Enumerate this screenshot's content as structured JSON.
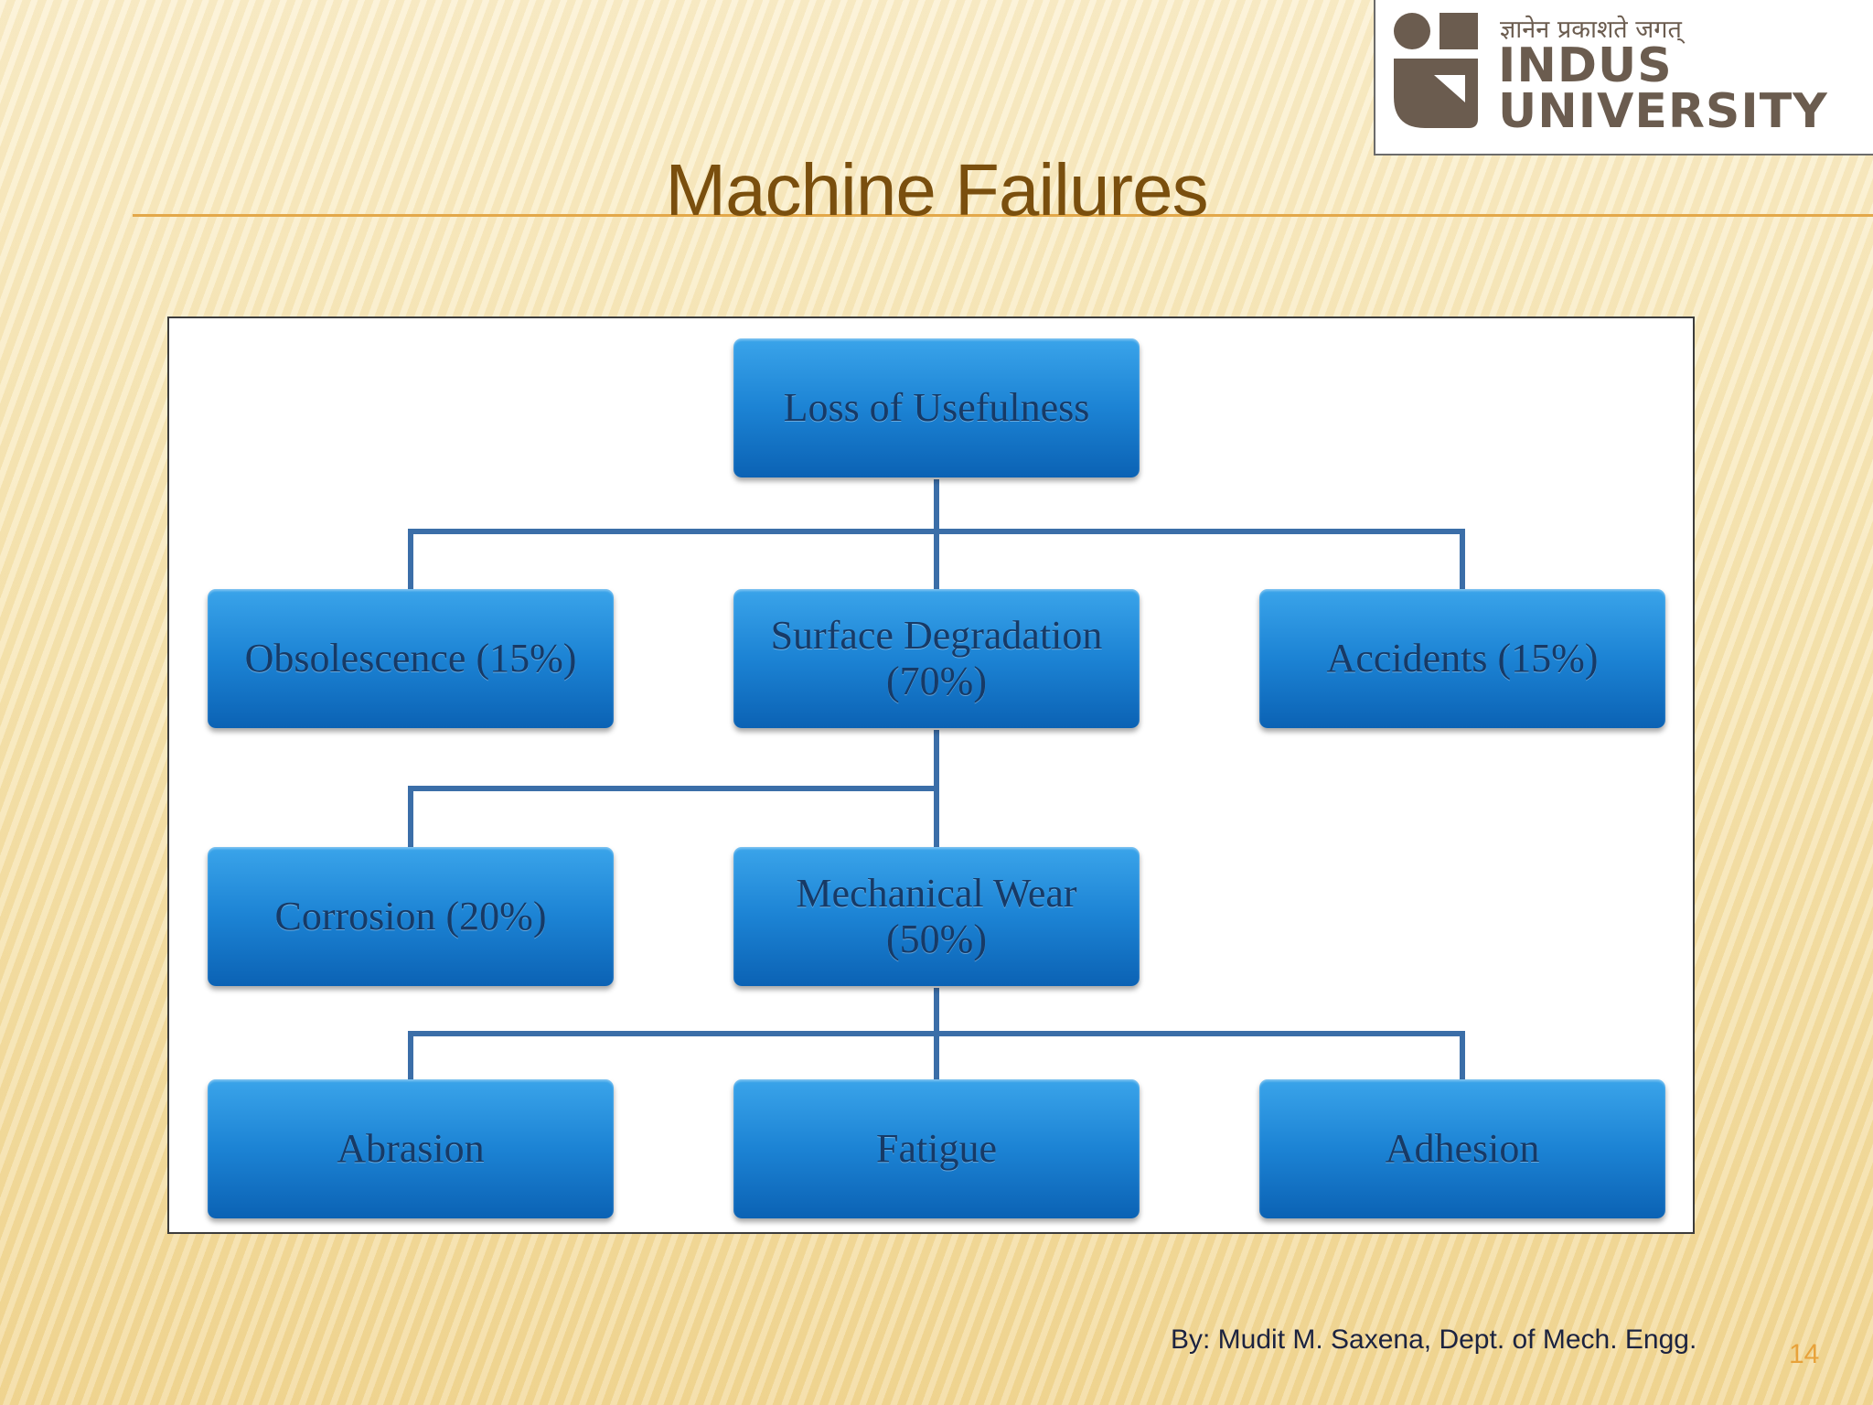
{
  "slide": {
    "title": "Machine Failures",
    "footer": "By: Mudit M. Saxena, Dept. of Mech. Engg.",
    "page_number": "14"
  },
  "logo": {
    "tagline": "ज्ञानेन प्रकाशते जगत्",
    "name_line1": "INDUS",
    "name_line2": "UNIVERSITY",
    "color": "#6b5c4f"
  },
  "diagram": {
    "nodes": {
      "root": "Loss of Usefulness",
      "obsolescence": "Obsolescence (15%)",
      "surface_degradation": "Surface Degradation (70%)",
      "accidents": "Accidents (15%)",
      "corrosion": "Corrosion (20%)",
      "mechanical_wear": "Mechanical Wear (50%)",
      "abrasion": "Abrasion",
      "fatigue": "Fatigue",
      "adhesion": "Adhesion"
    },
    "edges": [
      [
        "Loss of Usefulness",
        "Obsolescence (15%)"
      ],
      [
        "Loss of Usefulness",
        "Surface Degradation (70%)"
      ],
      [
        "Loss of Usefulness",
        "Accidents (15%)"
      ],
      [
        "Surface Degradation (70%)",
        "Corrosion (20%)"
      ],
      [
        "Surface Degradation (70%)",
        "Mechanical Wear (50%)"
      ],
      [
        "Mechanical Wear (50%)",
        "Abrasion"
      ],
      [
        "Mechanical Wear (50%)",
        "Fatigue"
      ],
      [
        "Mechanical Wear (50%)",
        "Adhesion"
      ]
    ],
    "box_color": "#1c83d4",
    "line_color": "#3b6ea8"
  }
}
